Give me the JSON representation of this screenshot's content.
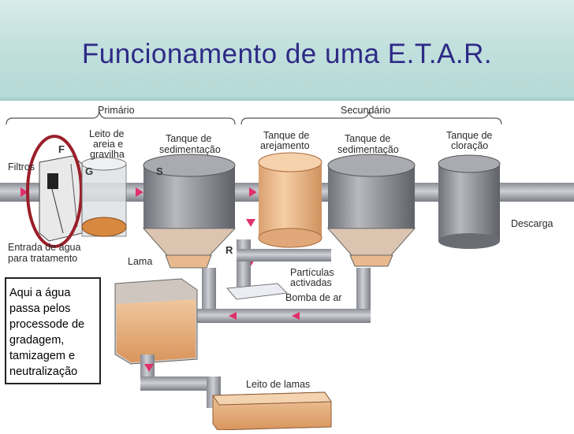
{
  "slide": {
    "title": "Funcionamento de uma E.T.A.R."
  },
  "diagram": {
    "stages": {
      "primary": "Primário",
      "secondary": "Secundário"
    },
    "labels": {
      "filters": "Filtros",
      "grit_bed_1": "Leito de",
      "grit_bed_2": "areia e",
      "grit_bed_3": "gravilha",
      "sed_tank_1_a": "Tanque de",
      "sed_tank_1_b": "sedimentação",
      "aeration_a": "Tanque de",
      "aeration_b": "arejamento",
      "sed_tank_2_a": "Tanque de",
      "sed_tank_2_b": "sedimentação",
      "chlorination_a": "Tanque de",
      "chlorination_b": "cloração",
      "discharge": "Descarga",
      "inlet_a": "Entrada de água",
      "inlet_b": "para tratamento",
      "sludge": "Lama",
      "activated_a": "Partículas",
      "activated_b": "activadas",
      "air_pump": "Bomba de ar",
      "sludge_bed": "Leito de lamas"
    },
    "letters": {
      "f": "F",
      "g": "G",
      "s": "S",
      "r": "R"
    },
    "callout": "Aqui a água\npassa pelos\nprocessode de\ngradagem,\ntamizagem e\nneutralização"
  },
  "colors": {
    "title": "#2e2a86",
    "header_band": "#c4e1de",
    "pipe": "#a9aab2",
    "tank": "#9a9ca3",
    "sludge": "#e8b98f",
    "aeration": "#f1c296",
    "flow_arrow": "#e0306a",
    "highlight_ring": "#9a1f2a"
  }
}
